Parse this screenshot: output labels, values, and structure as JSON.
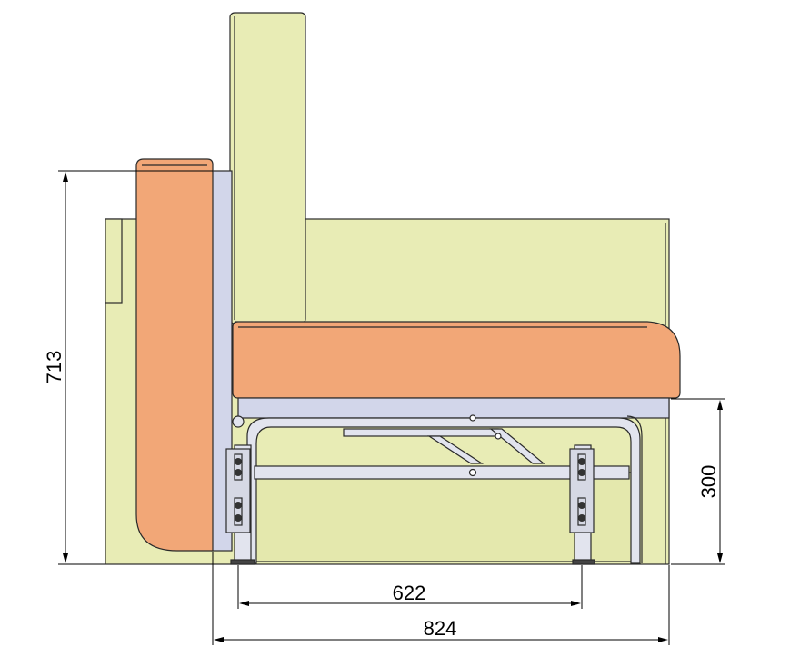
{
  "dimensions": {
    "height_total": "713",
    "seat_height": "300",
    "leg_span": "622",
    "depth_total": "824"
  },
  "colors": {
    "base_green": "#e8ecb5",
    "cushion_orange": "#f2a777",
    "frame_blue": "#d2d6ea",
    "metal": "#e2e4ee",
    "outline": "#2a2a2a"
  }
}
